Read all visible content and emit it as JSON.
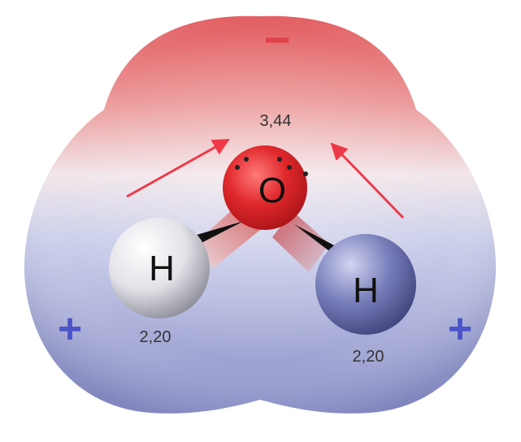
{
  "molecule": {
    "oxygen": {
      "symbol": "O",
      "electronegativity": "3,44"
    },
    "hydrogen_left": {
      "symbol": "H",
      "electronegativity": "2,20"
    },
    "hydrogen_right": {
      "symbol": "H",
      "electronegativity": "2,20"
    }
  },
  "charges": {
    "negative": "−",
    "positive_left": "+",
    "positive_right": "+"
  },
  "colors": {
    "negative_region": "#e2686a",
    "positive_region": "#8e92c8",
    "oxygen_atom": "#d7262a",
    "hydrogen_left_atom": "#d8d8de",
    "hydrogen_right_atom": "#6a70b0",
    "dipole_arrows": "#ee3a48",
    "negative_sign": "#e0404a",
    "positive_sign": "#4a54c8"
  }
}
